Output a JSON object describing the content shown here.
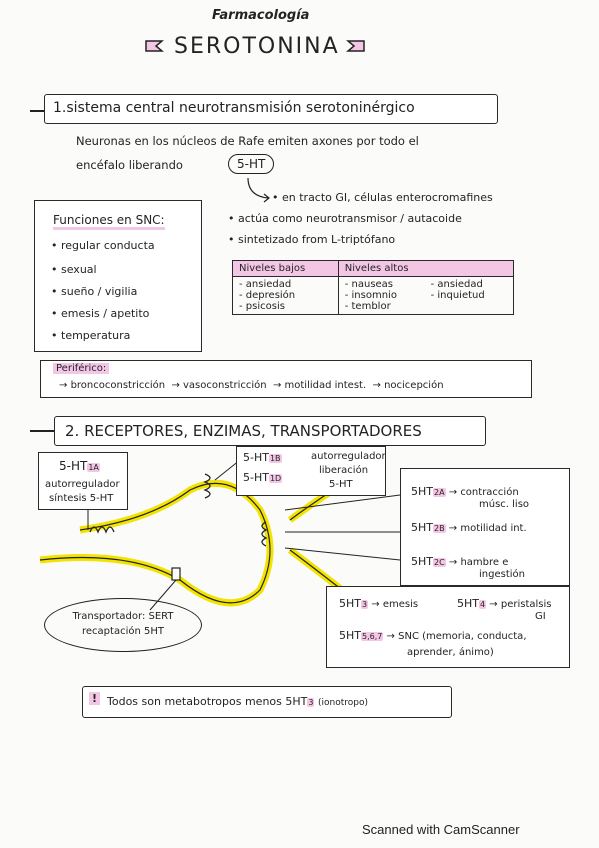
{
  "header": {
    "subject": "Farmacología",
    "title": "SEROTONINA"
  },
  "section1": {
    "heading": "1.sistema central neurotransmisión serotoninérgico",
    "intro_part1": "Neuronas en los núcleos de Rafe emiten axones por todo el",
    "intro_part2": "encéfalo liberando",
    "intro_highlight": "5-HT",
    "bullets": [
      "en tracto GI, células enterocromafines",
      "actúa como neurotransmisor / autacoide",
      "sintetizado from L-triptófano"
    ],
    "funciones": {
      "title": "Funciones en SNC:",
      "items": [
        "regular conducta",
        "sexual",
        "sueño / vigilia",
        "emesis / apetito",
        "temperatura"
      ]
    },
    "levels": {
      "low_header": "Niveles bajos",
      "high_header": "Niveles altos",
      "low_items": [
        "ansiedad",
        "depresión",
        "psicosis"
      ],
      "high_col1": [
        "nauseas",
        "insomnio",
        "temblor"
      ],
      "high_col2": [
        "ansiedad",
        "inquietud"
      ]
    },
    "periferico": {
      "title": "Periférico:",
      "items": [
        "broncoconstricción",
        "vasoconstricción",
        "motilidad intest.",
        "nocicepción"
      ]
    }
  },
  "section2": {
    "heading": "2. receptores, enzimas, transportadores",
    "r1a": {
      "label": "5-HT",
      "sub": "1A",
      "desc1": "autorregulador",
      "desc2": "síntesis 5-HT"
    },
    "r1bd": {
      "label_b": "5-HT",
      "sub_b": "1B",
      "label_d": "5-HT",
      "sub_d": "1D",
      "desc1": "autorregulador",
      "desc2": "liberación",
      "desc3": "5-HT"
    },
    "post_receptors": [
      {
        "label": "5HT",
        "sub": "2A",
        "desc1": "contracción",
        "desc2": "músc. liso"
      },
      {
        "label": "5HT",
        "sub": "2B",
        "desc1": "motilidad int.",
        "desc2": ""
      },
      {
        "label": "5HT",
        "sub": "2C",
        "desc1": "hambre e",
        "desc2": "ingestión"
      }
    ],
    "bottom_receptors": {
      "r3_label": "5HT",
      "r3_sub": "3",
      "r3_desc": "emesis",
      "r4_label": "5HT",
      "r4_sub": "4",
      "r4_desc1": "peristalsis",
      "r4_desc2": "GI",
      "r567_label": "5HT",
      "r567_sub": "5,6,7",
      "r567_desc1": "SNC (memoria, conducta,",
      "r567_desc2": "aprender, ánimo)"
    },
    "transporter": {
      "line1": "Transportador: SERT",
      "line2": "recaptación 5HT"
    },
    "note": {
      "text": "Todos son metabotropos menos 5HT",
      "sub": "3",
      "tail": "(ionotropo)"
    }
  },
  "footer": {
    "text": "Scanned with CamScanner"
  }
}
